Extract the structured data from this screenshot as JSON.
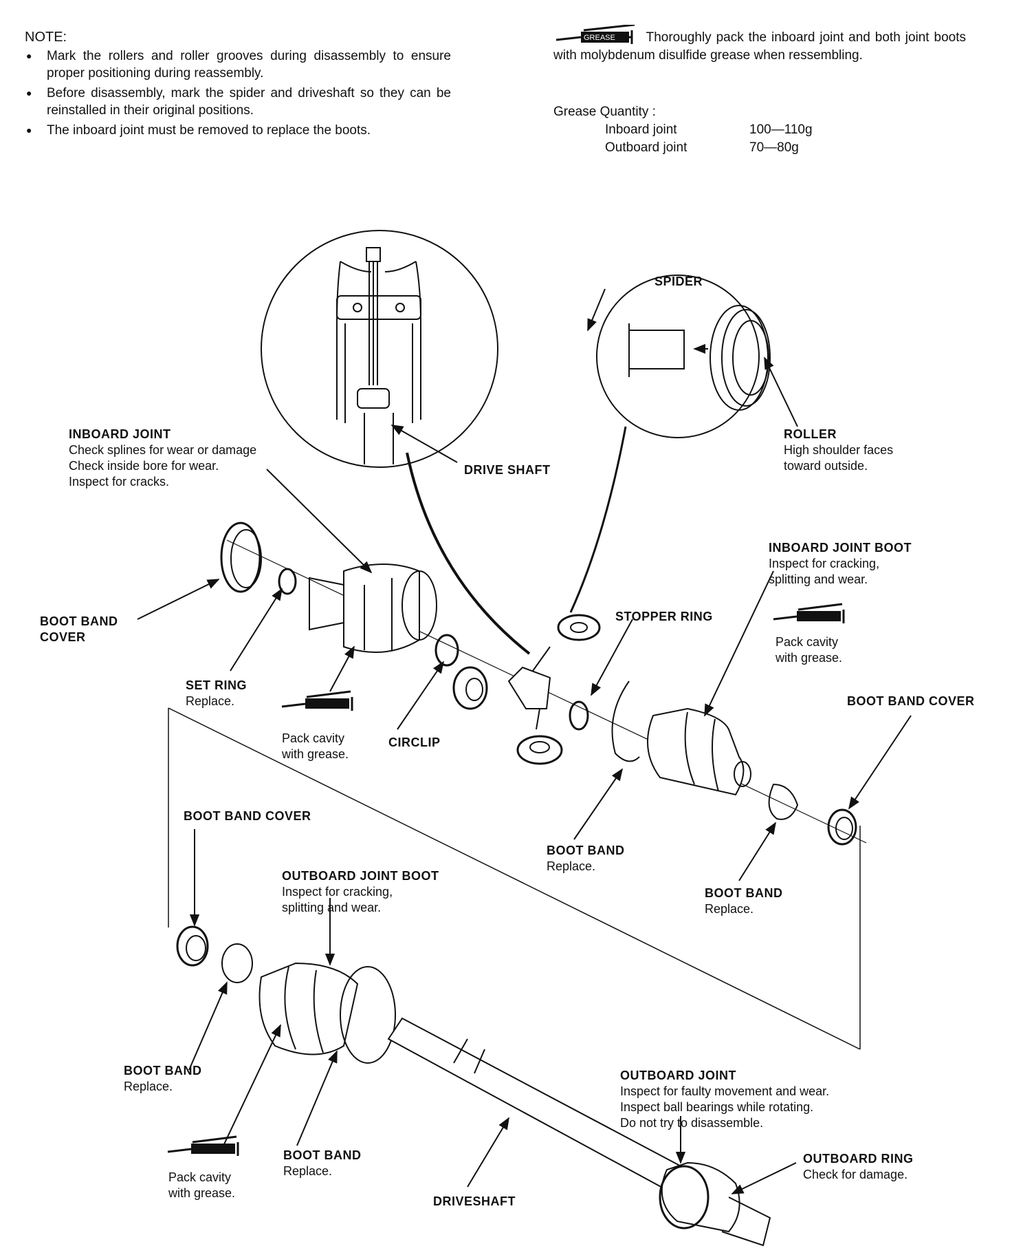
{
  "note": {
    "title": "NOTE:",
    "items": [
      "Mark the rollers and roller grooves during disassembly to ensure proper positioning during reassembly.",
      "Before disassembly, mark the spider and driveshaft so they can be reinstalled in their original positions.",
      "The inboard joint must be removed to replace the boots."
    ]
  },
  "grease": {
    "icon_label": "GREASE",
    "text": "Thoroughly pack the inboard joint and both joint boots with molybdenum disulfide grease when ressembling.",
    "quantity_title": "Grease Quantity :",
    "rows": [
      {
        "name": "Inboard joint",
        "value": "100—110g"
      },
      {
        "name": "Outboard joint",
        "value": "70—80g"
      }
    ]
  },
  "labels": {
    "spider": "SPIDER",
    "roller": {
      "title": "ROLLER",
      "lines": [
        "High shoulder faces",
        "toward outside."
      ]
    },
    "drive_shaft": "DRIVE SHAFT",
    "inboard_joint": {
      "title": "INBOARD JOINT",
      "lines": [
        "Check splines for wear or damage",
        "Check inside bore for wear.",
        "Inspect for cracks."
      ]
    },
    "inboard_joint_boot": {
      "title": "INBOARD JOINT BOOT",
      "lines": [
        "Inspect for cracking,",
        "splitting and wear."
      ]
    },
    "pack_cavity": [
      "Pack cavity",
      "with grease."
    ],
    "stopper_ring": "STOPPER RING",
    "boot_band_cover": "BOOT BAND COVER",
    "boot_band_cover_left": [
      "BOOT BAND",
      "COVER"
    ],
    "set_ring": {
      "title": "SET RING",
      "lines": [
        "Replace."
      ]
    },
    "circlip": "CIRCLIP",
    "boot_band": {
      "title": "BOOT BAND",
      "lines": [
        "Replace."
      ]
    },
    "outboard_joint_boot": {
      "title": "OUTBOARD JOINT BOOT",
      "lines": [
        "Inspect for cracking,",
        "splitting and wear."
      ]
    },
    "outboard_joint": {
      "title": "OUTBOARD JOINT",
      "lines": [
        "Inspect for faulty movement and wear.",
        "Inspect ball bearings while rotating.",
        "Do not try to disassemble."
      ]
    },
    "outboard_ring": {
      "title": "OUTBOARD RING",
      "lines": [
        "Check for damage."
      ]
    },
    "driveshaft": "DRIVESHAFT"
  }
}
